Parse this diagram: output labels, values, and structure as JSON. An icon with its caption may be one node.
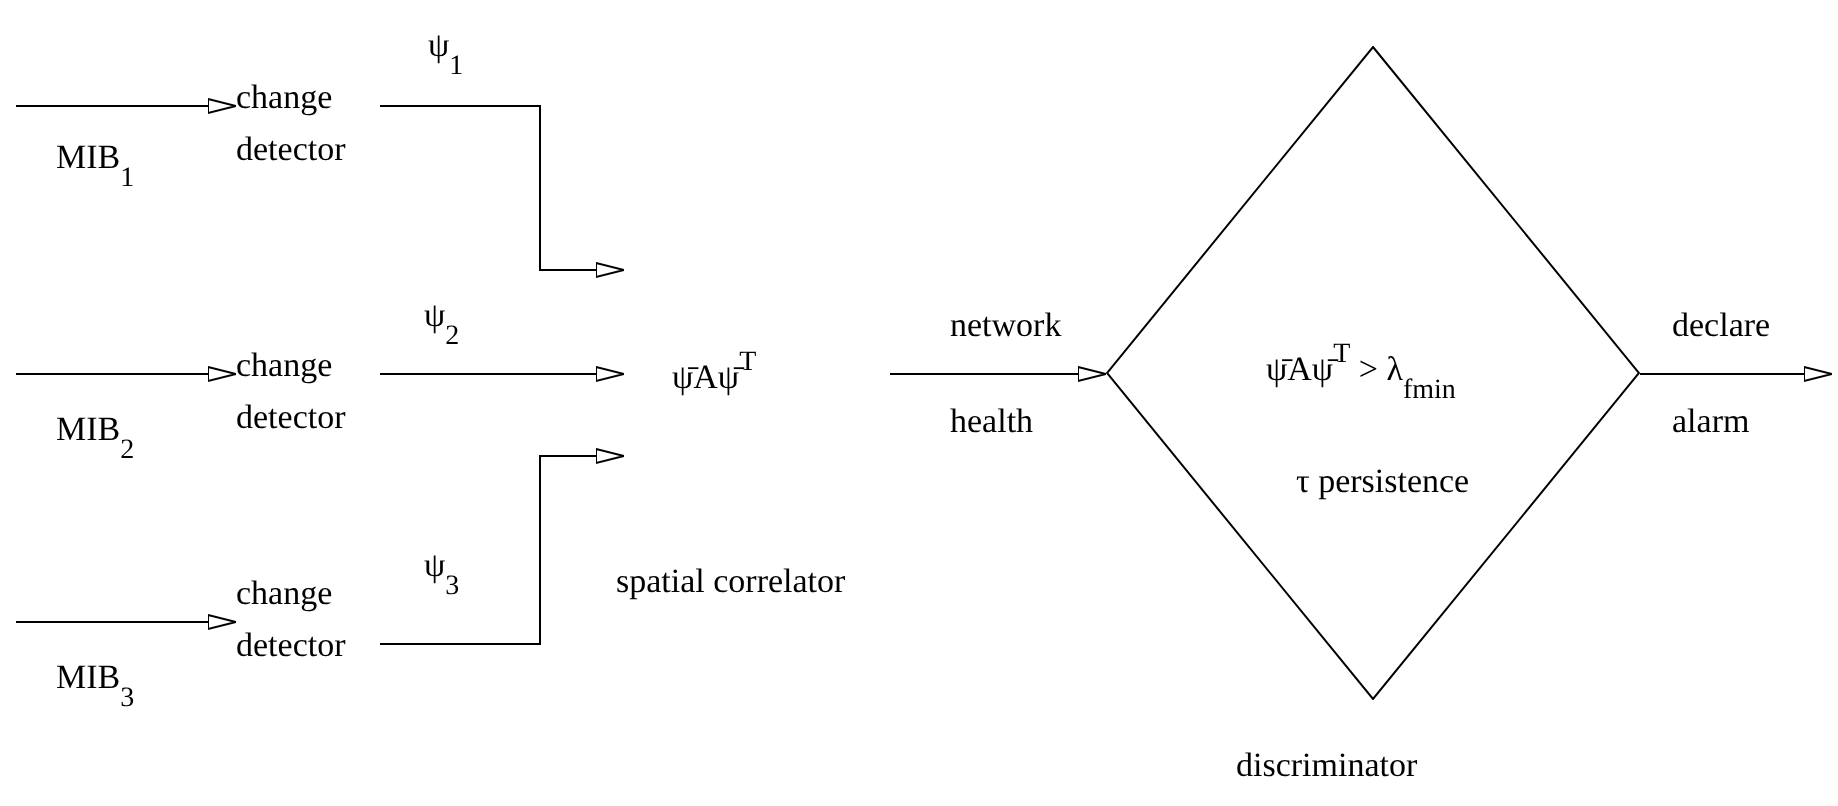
{
  "diagram": {
    "nodes": [
      {
        "text": [
          "change detector"
        ]
      },
      {
        "text": [
          "change detector"
        ]
      },
      {
        "text": [
          "change detector"
        ]
      },
      {
        "text": [
          "ψ̄Aψ̄$^{T}$"
        ]
      },
      {
        "text": [
          "ψ̄Aψ̄$^{T}$ > λ$_{fmin}$",
          "τ persistence"
        ],
        "beside": [
          "discriminator"
        ]
      }
    ],
    "labels": [
      "spatial correlator"
    ],
    "edges": [
      {
        "from": null,
        "to": 0,
        "arrow": "to",
        "label": "MIB$_{1}$"
      },
      {
        "from": null,
        "to": 1,
        "arrow": "to",
        "label": "MIB$_{2}$"
      },
      {
        "from": null,
        "to": 2,
        "arrow": "to",
        "label": "MIB$_{3}$"
      },
      {
        "from": 0,
        "to": 3,
        "arrow": "to",
        "label": "ψ$_{1}$"
      },
      {
        "from": 1,
        "to": 3,
        "arrow": "to",
        "label": "ψ$_{2}$"
      },
      {
        "from": 2,
        "to": 3,
        "arrow": "to",
        "label": "ψ$_{3}$"
      },
      {
        "from": 3,
        "to": 4,
        "arrow": "to",
        "label": "network health"
      },
      {
        "from": 4,
        "to": null,
        "arrow": "to",
        "label": "declare alarm"
      }
    ]
  }
}
